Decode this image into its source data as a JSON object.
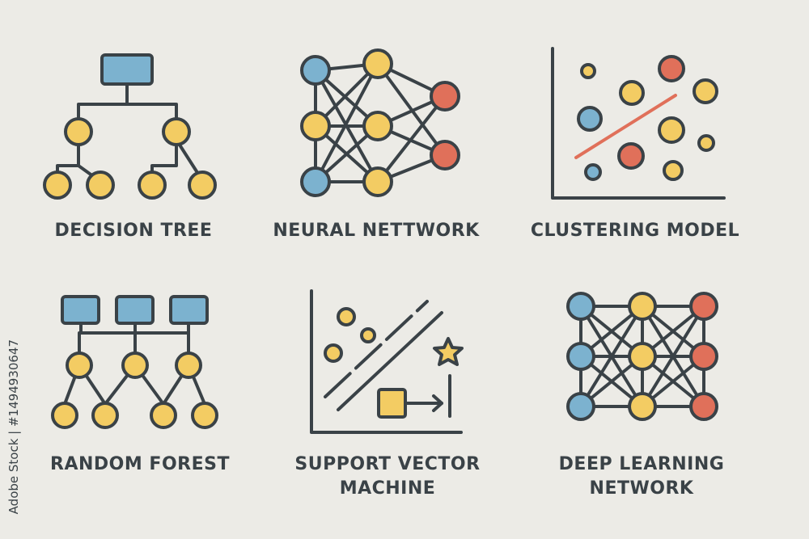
{
  "colors": {
    "background": "#ecebe6",
    "stroke": "#3a4247",
    "blue": "#7cb2cf",
    "yellow": "#f3cc63",
    "red": "#e0705a",
    "trend_line": "#e0705a"
  },
  "icons": [
    {
      "name": "decision-tree-icon",
      "label": "DECISION TREE"
    },
    {
      "name": "neural-network-icon",
      "label": "NEURAL NETTWORK"
    },
    {
      "name": "clustering-model-icon",
      "label": "CLUSTERING MODEL"
    },
    {
      "name": "random-forest-icon",
      "label": "RANDOM FOREST"
    },
    {
      "name": "support-vector-machine-icon",
      "label": "SUPPORT VECTOR",
      "label2": "MACHINE"
    },
    {
      "name": "deep-learning-network-icon",
      "label": "DEEP LEARNING",
      "label2": "NETWORK"
    }
  ],
  "stock_id": "Adobe Stock | #1494930647"
}
